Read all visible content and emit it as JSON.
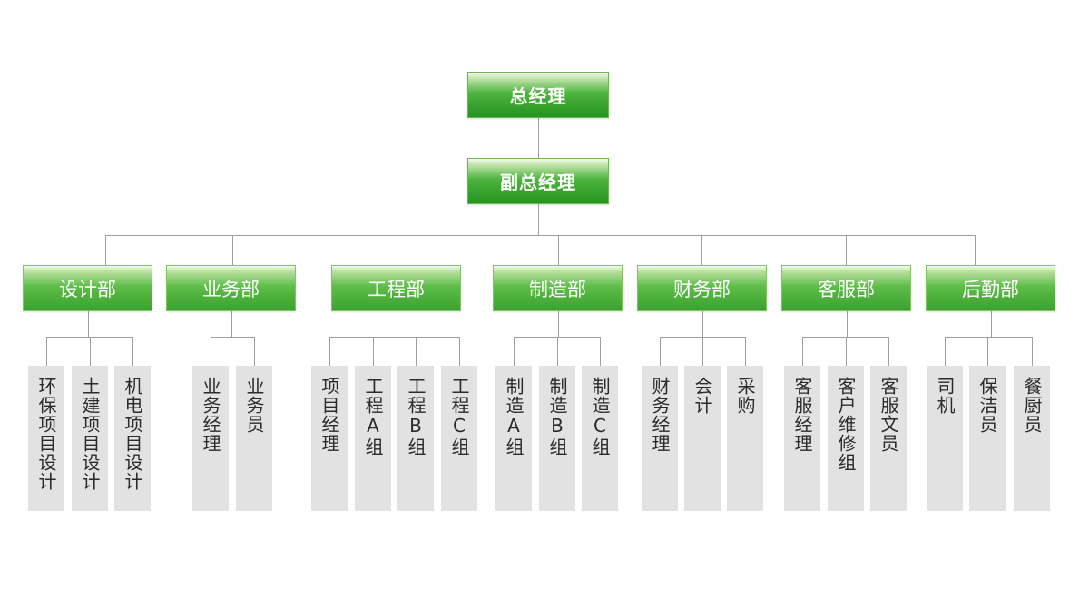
{
  "general_manager": "总经理",
  "deputy_general_manager": "副总经理",
  "departments": [
    {
      "label": "设计部",
      "subs": [
        "环保项目设计",
        "土建项目设计",
        "机电项目设计"
      ]
    },
    {
      "label": "业务部",
      "subs": [
        "业务经理",
        "业务员"
      ]
    },
    {
      "label": "工程部",
      "subs": [
        "项目经理",
        "工程A组",
        "工程B组",
        "工程C组"
      ]
    },
    {
      "label": "制造部",
      "subs": [
        "制造A组",
        "制造B组",
        "制造C组"
      ]
    },
    {
      "label": "财务部",
      "subs": [
        "财务经理",
        "会计",
        "采购"
      ]
    },
    {
      "label": "客服部",
      "subs": [
        "客服经理",
        "客户维修组",
        "客服文员"
      ]
    },
    {
      "label": "后勤部",
      "subs": [
        "司机",
        "保洁员",
        "餐厨员"
      ]
    }
  ],
  "colors": {
    "top_box": "#2f9a26",
    "dept_box": "#4db43f",
    "sub_box": "#e2e2e2",
    "connector": "#9e9e9e"
  }
}
